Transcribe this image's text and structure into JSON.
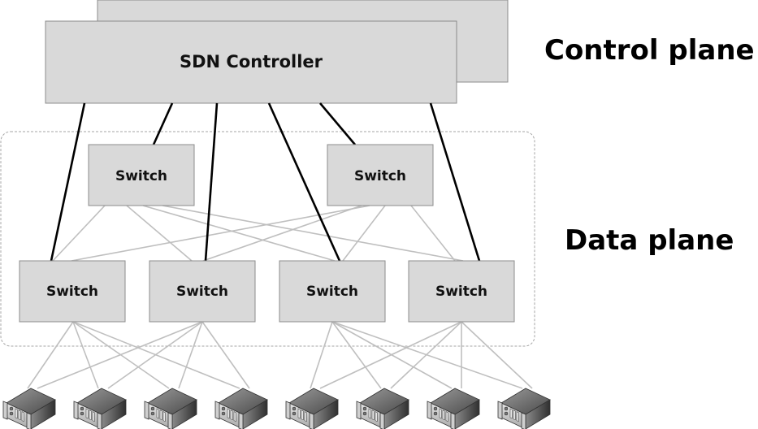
{
  "labels": {
    "control_plane": "Control plane",
    "data_plane": "Data plane"
  },
  "controller": {
    "label": "SDN Controller",
    "stacked_copies": 2
  },
  "spine_switches": [
    {
      "id": "spine-1",
      "label": "Switch"
    },
    {
      "id": "spine-2",
      "label": "Switch"
    }
  ],
  "leaf_switches": [
    {
      "id": "leaf-1",
      "label": "Switch"
    },
    {
      "id": "leaf-2",
      "label": "Switch"
    },
    {
      "id": "leaf-3",
      "label": "Switch"
    },
    {
      "id": "leaf-4",
      "label": "Switch"
    }
  ],
  "servers": [
    {
      "id": "server-1",
      "icon": "server-icon"
    },
    {
      "id": "server-2",
      "icon": "server-icon"
    },
    {
      "id": "server-3",
      "icon": "server-icon"
    },
    {
      "id": "server-4",
      "icon": "server-icon"
    },
    {
      "id": "server-5",
      "icon": "server-icon"
    },
    {
      "id": "server-6",
      "icon": "server-icon"
    },
    {
      "id": "server-7",
      "icon": "server-icon"
    },
    {
      "id": "server-8",
      "icon": "server-icon"
    }
  ],
  "control_links": [
    "spine-1",
    "spine-2",
    "leaf-1",
    "leaf-2",
    "leaf-3",
    "leaf-4"
  ],
  "data_links": [
    [
      "spine-1",
      "leaf-1"
    ],
    [
      "spine-1",
      "leaf-2"
    ],
    [
      "spine-1",
      "leaf-3"
    ],
    [
      "spine-1",
      "leaf-4"
    ],
    [
      "spine-2",
      "leaf-1"
    ],
    [
      "spine-2",
      "leaf-2"
    ],
    [
      "spine-2",
      "leaf-3"
    ],
    [
      "spine-2",
      "leaf-4"
    ]
  ],
  "server_links": [
    [
      "leaf-1",
      "server-1"
    ],
    [
      "leaf-1",
      "server-2"
    ],
    [
      "leaf-1",
      "server-3"
    ],
    [
      "leaf-1",
      "server-4"
    ],
    [
      "leaf-2",
      "server-1"
    ],
    [
      "leaf-2",
      "server-2"
    ],
    [
      "leaf-2",
      "server-3"
    ],
    [
      "leaf-2",
      "server-4"
    ],
    [
      "leaf-3",
      "server-5"
    ],
    [
      "leaf-3",
      "server-6"
    ],
    [
      "leaf-3",
      "server-7"
    ],
    [
      "leaf-3",
      "server-8"
    ],
    [
      "leaf-4",
      "server-5"
    ],
    [
      "leaf-4",
      "server-6"
    ],
    [
      "leaf-4",
      "server-7"
    ],
    [
      "leaf-4",
      "server-8"
    ]
  ],
  "colors": {
    "box_fill": "#d9d9d9",
    "box_stroke": "#8c8c8c",
    "control_link": "#000000",
    "data_link": "#bfbfbf",
    "dashed_region": "#a6a6a6"
  }
}
